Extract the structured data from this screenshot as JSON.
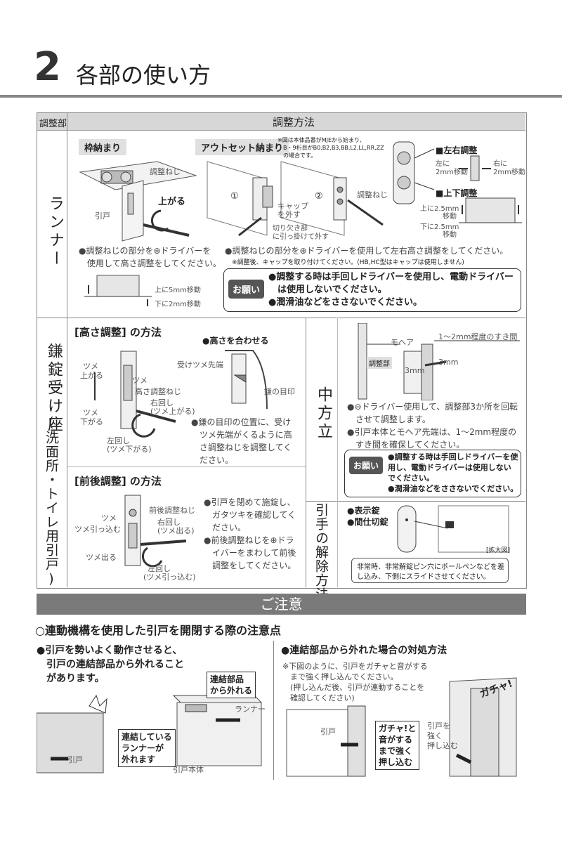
{
  "header": {
    "number": "2",
    "title": "各部の使い方"
  },
  "table": {
    "col_part": "調整部",
    "col_method": "調整方法"
  },
  "runner": {
    "label": "ランナー",
    "tag_frame": "枠納まり",
    "tag_outset": "アウトセット納まり",
    "note_lines": [
      "※図は本体品番がMJEから始まり、",
      "B・9桁目がB0,B2,B3,BB,L2,LL,RR,ZZ",
      "の場合です。"
    ],
    "lbl_adjust_screw": "調整ねじ",
    "lbl_up": "上がる",
    "lbl_door": "引戸",
    "lbl_cap_remove": [
      "キャップ",
      "を外す"
    ],
    "lbl_notch": [
      "切り欠き部",
      "に引っ掛けて外す"
    ],
    "circle1": "①",
    "circle2": "②",
    "lbl_adjust_screw2": "調整ねじ",
    "lr_adjust": "■左右調整",
    "ud_adjust": "■上下調整",
    "lbl_left": [
      "左に",
      "2mm移動"
    ],
    "lbl_right": [
      "右に",
      "2mm移動"
    ],
    "lbl_up25": [
      "上に2.5mm",
      "移動"
    ],
    "lbl_down25": [
      "下に2.5mm",
      "移動"
    ],
    "inst_frame": [
      "●調整ねじの部分を⊕ドライバーを",
      "使用して高さ調整をしてください。"
    ],
    "inst_outset": "●調整ねじの部分を⊕ドライバーを使用して左右高さ調整をしてください。",
    "inst_outset_note": "※調整後、キャップを取り付けてください。(HB,HC型はキャップは使用しません)",
    "lbl_up5": "上に5mm移動",
    "lbl_down2": "下に2mm移動",
    "onegai_tag": "お願い",
    "onegai_lines": [
      "●調整する時は手回しドライバーを使用し、電動ドライバー",
      "　は使用しないでください。",
      "●潤滑油などをささないでください。"
    ]
  },
  "strike": {
    "label_main": "鎌錠受け座",
    "label_sub": "(洗面所・トイレ用引戸)",
    "height_title": "[高さ調整] の方法",
    "lbl_match": "●高さを合わせる",
    "lbl_tsume_up": [
      "ツメ",
      "上がる"
    ],
    "lbl_tsume": "ツメ",
    "lbl_height_screw": "高さ調整ねじ",
    "lbl_tsume_down": [
      "ツメ",
      "下がる"
    ],
    "lbl_right_rot": [
      "右回し",
      "(ツメ上がる)"
    ],
    "lbl_left_rot": [
      "左回し",
      "(ツメ下がる)"
    ],
    "lbl_tip": "受けツメ先端",
    "lbl_mark": "鎌の目印",
    "height_inst": [
      "●鎌の目印の位置に、受け",
      "ツメ先端がくるように高",
      "さ調整ねじを調整してく",
      "ださい。"
    ],
    "fb_title": "[前後調整] の方法",
    "lbl_tsume2": "ツメ",
    "lbl_fb_screw": "前後調整ねじ",
    "lbl_tsume_in": "ツメ引っ込む",
    "lbl_right_out": [
      "右回し",
      "(ツメ出る)"
    ],
    "lbl_tsume_out": "ツメ出る",
    "lbl_left_in": [
      "左回し",
      "(ツメ引っ込む)"
    ],
    "fb_inst": [
      "●引戸を閉めて施錠し、",
      "ガタツキを確認してく",
      "ださい。",
      "●前後調整ねじを⊕ドラ",
      "イバーをまわして前後",
      "調整をしてください。"
    ]
  },
  "post": {
    "label": "中方立",
    "lbl_mohea": "モヘア",
    "lbl_gap": "1〜2mm程度のすき間",
    "lbl_part": "調整部",
    "lbl_3mm_a": "3mm",
    "lbl_3mm_b": "3mm",
    "inst": [
      "●⊖ドライバー使用して、調整部3か所を回転",
      "させて調整します。",
      "●引戸本体とモヘア先端は、1〜2mm程度の",
      "すき間を確保してください。"
    ],
    "onegai_tag": "お願い",
    "onegai_lines": [
      "●調整する時は手回しドライバーを使",
      "用し、電動ドライバーは使用しない",
      "でください。",
      "●潤滑油などをささないでください。"
    ]
  },
  "release": {
    "label": "引手の解除方法",
    "lbl_lock1": "●表示錠",
    "lbl_lock2": "●間仕切錠",
    "lbl_zoom": "[拡大図]",
    "inst": [
      "非常時、非常解錠ピン穴にボールペンなどを差",
      "し込み、下側にスライドさせてください。"
    ]
  },
  "caution": {
    "bar": "ご注意",
    "heading": "○連動機構を使用した引戸を開閉する際の注意点",
    "left_head": [
      "●引戸を勢いよく動作させると、",
      "　引戸の連結部品から外れること",
      "　があります。"
    ],
    "box_detached": [
      "連結部品",
      "から外れる"
    ],
    "lbl_runner": "ランナー",
    "box_linked": [
      "連結している",
      "ランナーが",
      "外れます"
    ],
    "lbl_door": "引戸",
    "lbl_body": "引戸本体",
    "right_head": "●連結部品から外れた場合の対処方法",
    "right_note": [
      "※下図のように、引戸をガチャと音がする",
      "　まで強く押し込んでください。",
      "　(押し込んだ後、引戸が連動することを",
      "　確認してください)"
    ],
    "lbl_door2": "引戸",
    "box_push": [
      "ガチャ!と",
      "音がする",
      "まで強く",
      "押し込む"
    ],
    "lbl_push": [
      "引戸を",
      "強く",
      "押し込む"
    ],
    "lbl_gacha": "ガチャ!"
  }
}
